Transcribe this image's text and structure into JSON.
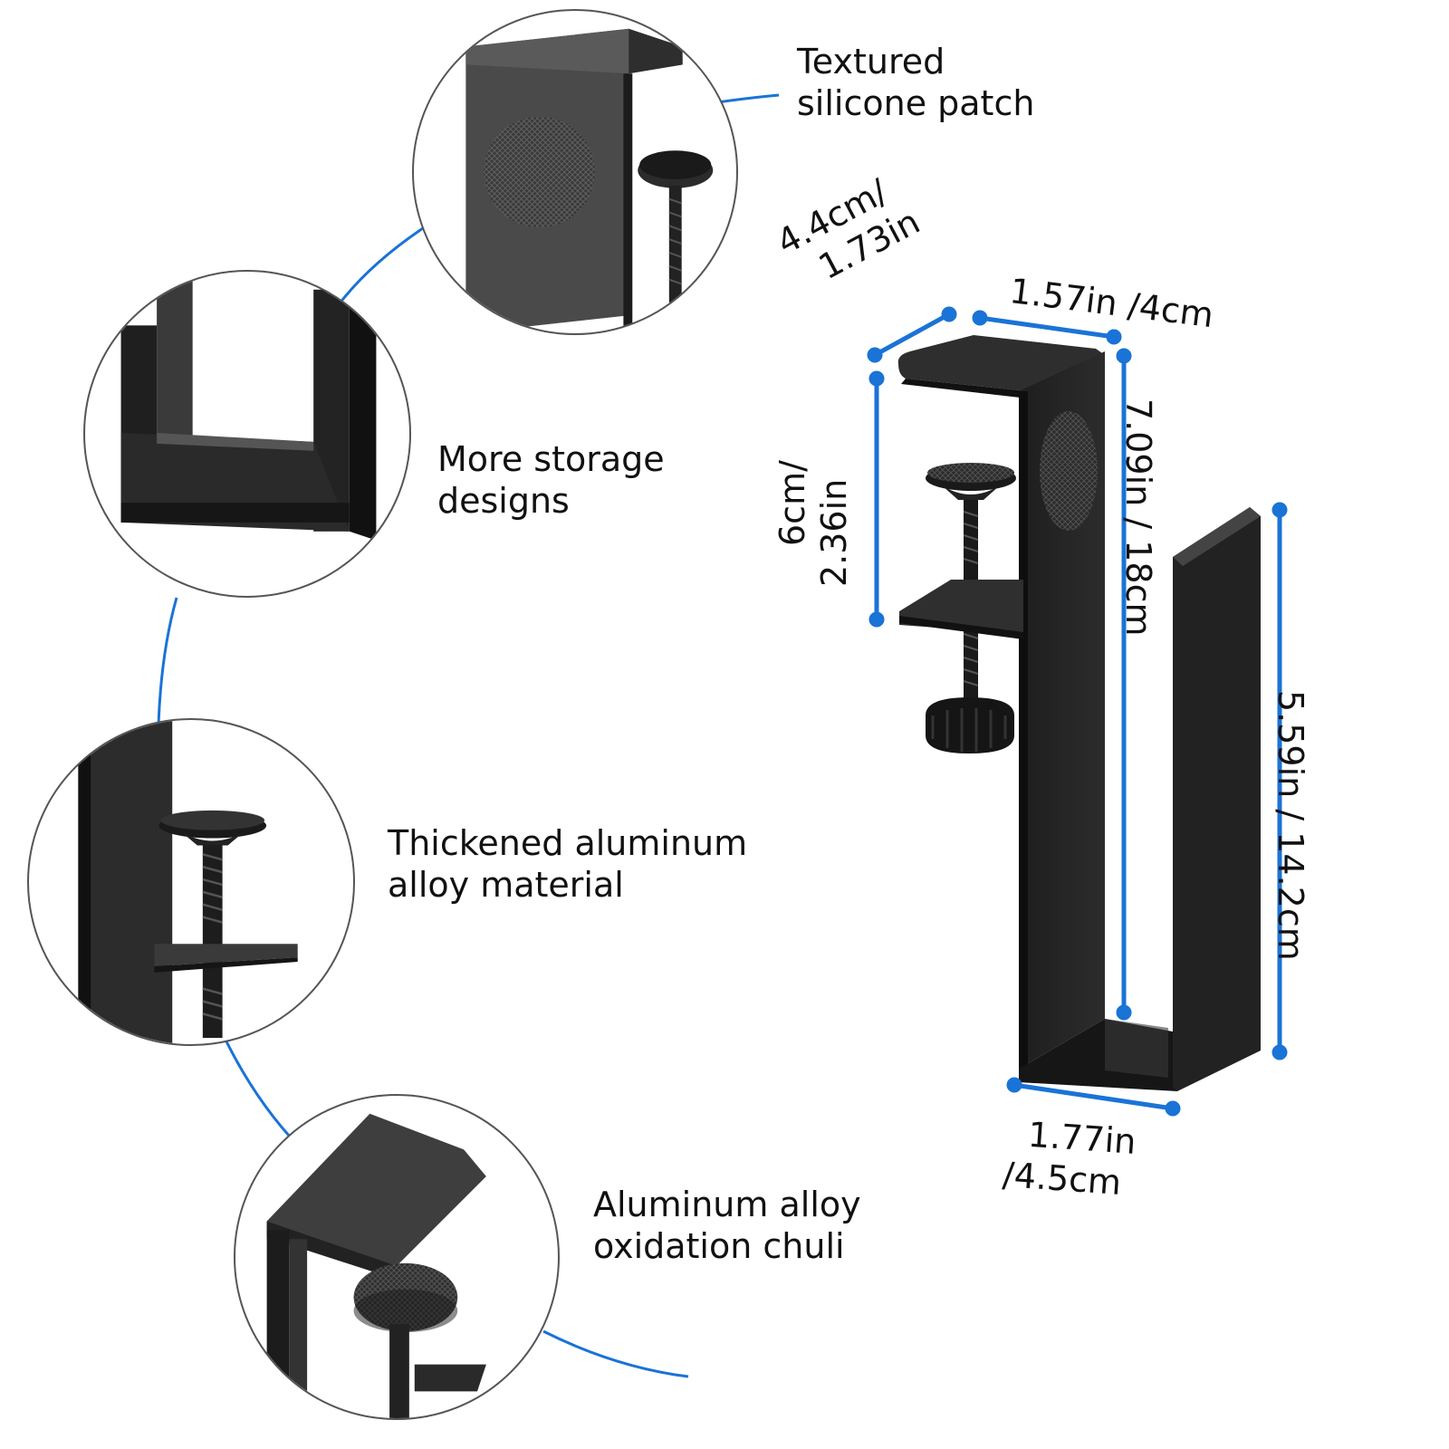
{
  "features": [
    {
      "id": "silicone",
      "line1": "Textured",
      "line2": "silicone patch"
    },
    {
      "id": "storage",
      "line1": "More storage",
      "line2": "designs"
    },
    {
      "id": "aluminum",
      "line1": "Thickened aluminum",
      "line2": "alloy material"
    },
    {
      "id": "oxidation",
      "line1": "Aluminum alloy",
      "line2": "oxidation chuli"
    }
  ],
  "dimensions": {
    "depth": {
      "line1": "4.4cm/",
      "line2": "1.73in"
    },
    "top_width": {
      "text": "1.57in /4cm"
    },
    "clamp_opening": {
      "line1": "6cm/",
      "line2": "2.36in"
    },
    "height": {
      "text": "7.09in / 18cm"
    },
    "hook_height": {
      "text": "5.59in / 14.2cm"
    },
    "bottom_width": {
      "line1": "1.77in",
      "line2": "/4.5cm"
    }
  },
  "colors": {
    "accent": "#1a73d6",
    "product": "#1c1c1c"
  }
}
